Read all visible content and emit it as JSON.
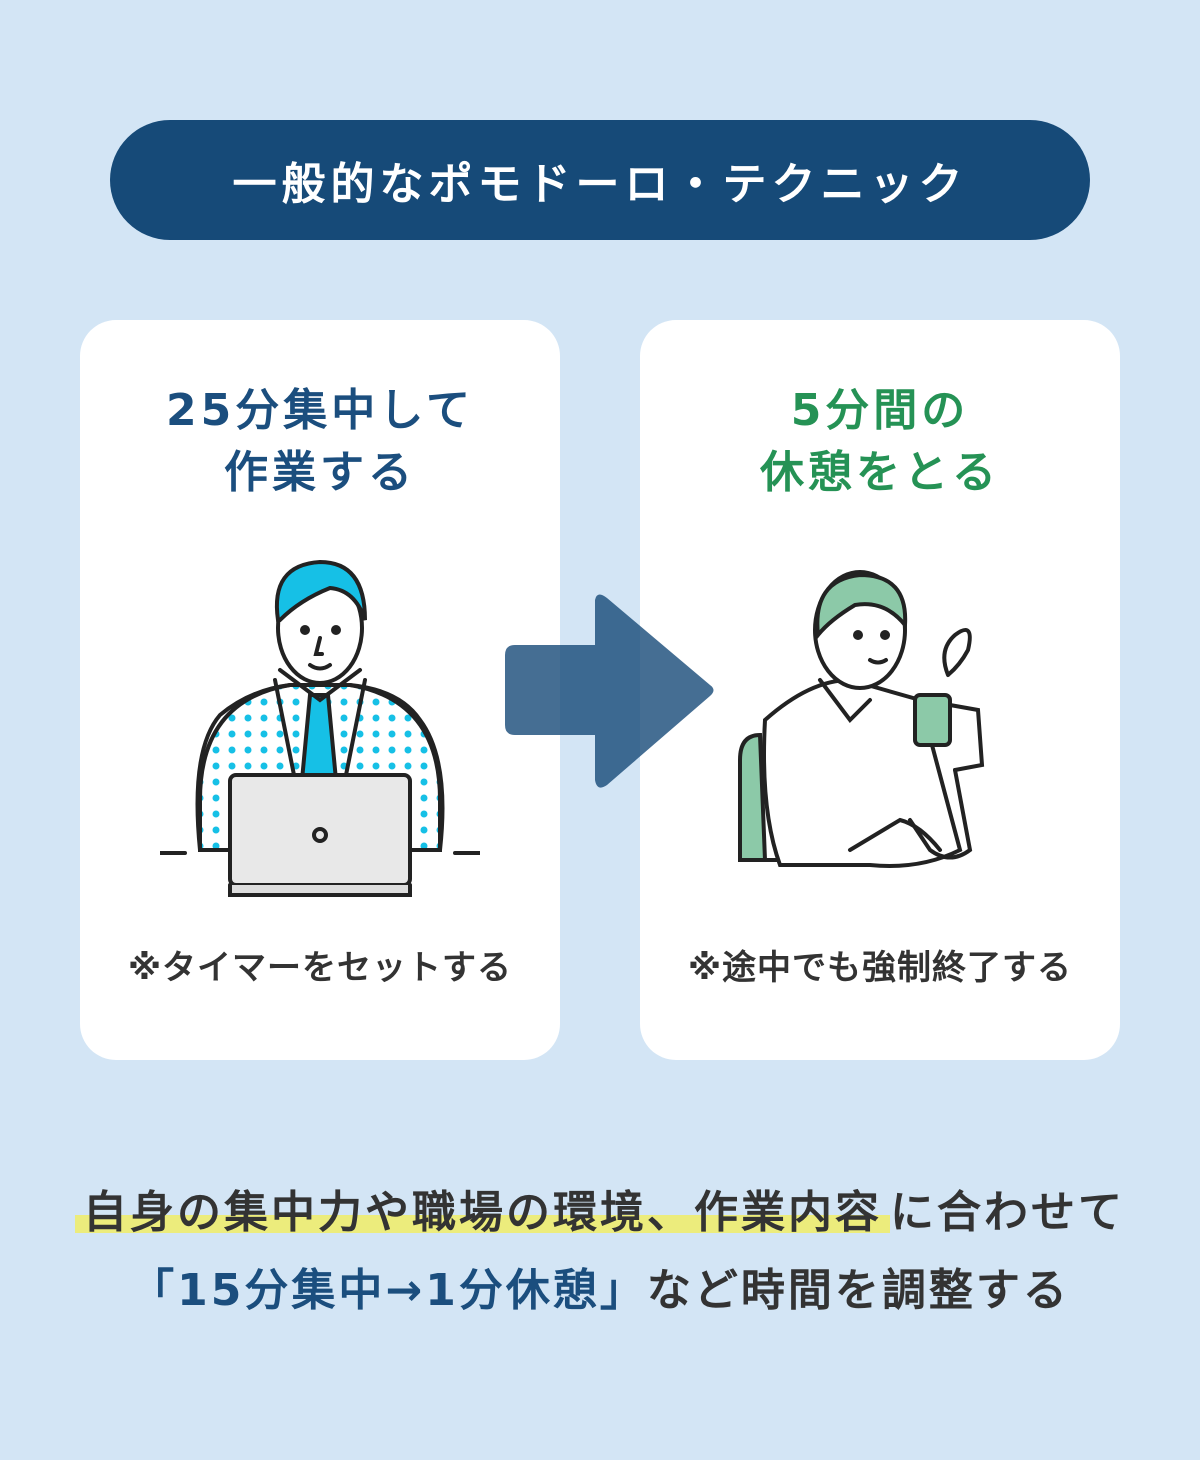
{
  "banner": {
    "title": "一般的なポモドーロ・テクニック"
  },
  "cards": [
    {
      "title_lines": [
        "25分集中して",
        "作業する"
      ],
      "note": "※タイマーをセットする",
      "illustration": "man-working-laptop"
    },
    {
      "title_lines": [
        "5分間の",
        "休憩をとる"
      ],
      "note": "※途中でも強制終了する",
      "illustration": "man-drinking-coffee"
    }
  ],
  "arrow": "arrow-right-icon",
  "bottom": {
    "line1_highlight": "自身の集中力や職場の環境、作業内容",
    "line1_rest": "に合わせて",
    "line2_quote": "「15分集中→1分休憩」",
    "line2_rest": "など時間を調整する"
  },
  "colors": {
    "background": "#d3e5f5",
    "banner": "#164a78",
    "blue": "#1b4e7e",
    "green": "#259255",
    "highlight": "#ecec7c"
  }
}
